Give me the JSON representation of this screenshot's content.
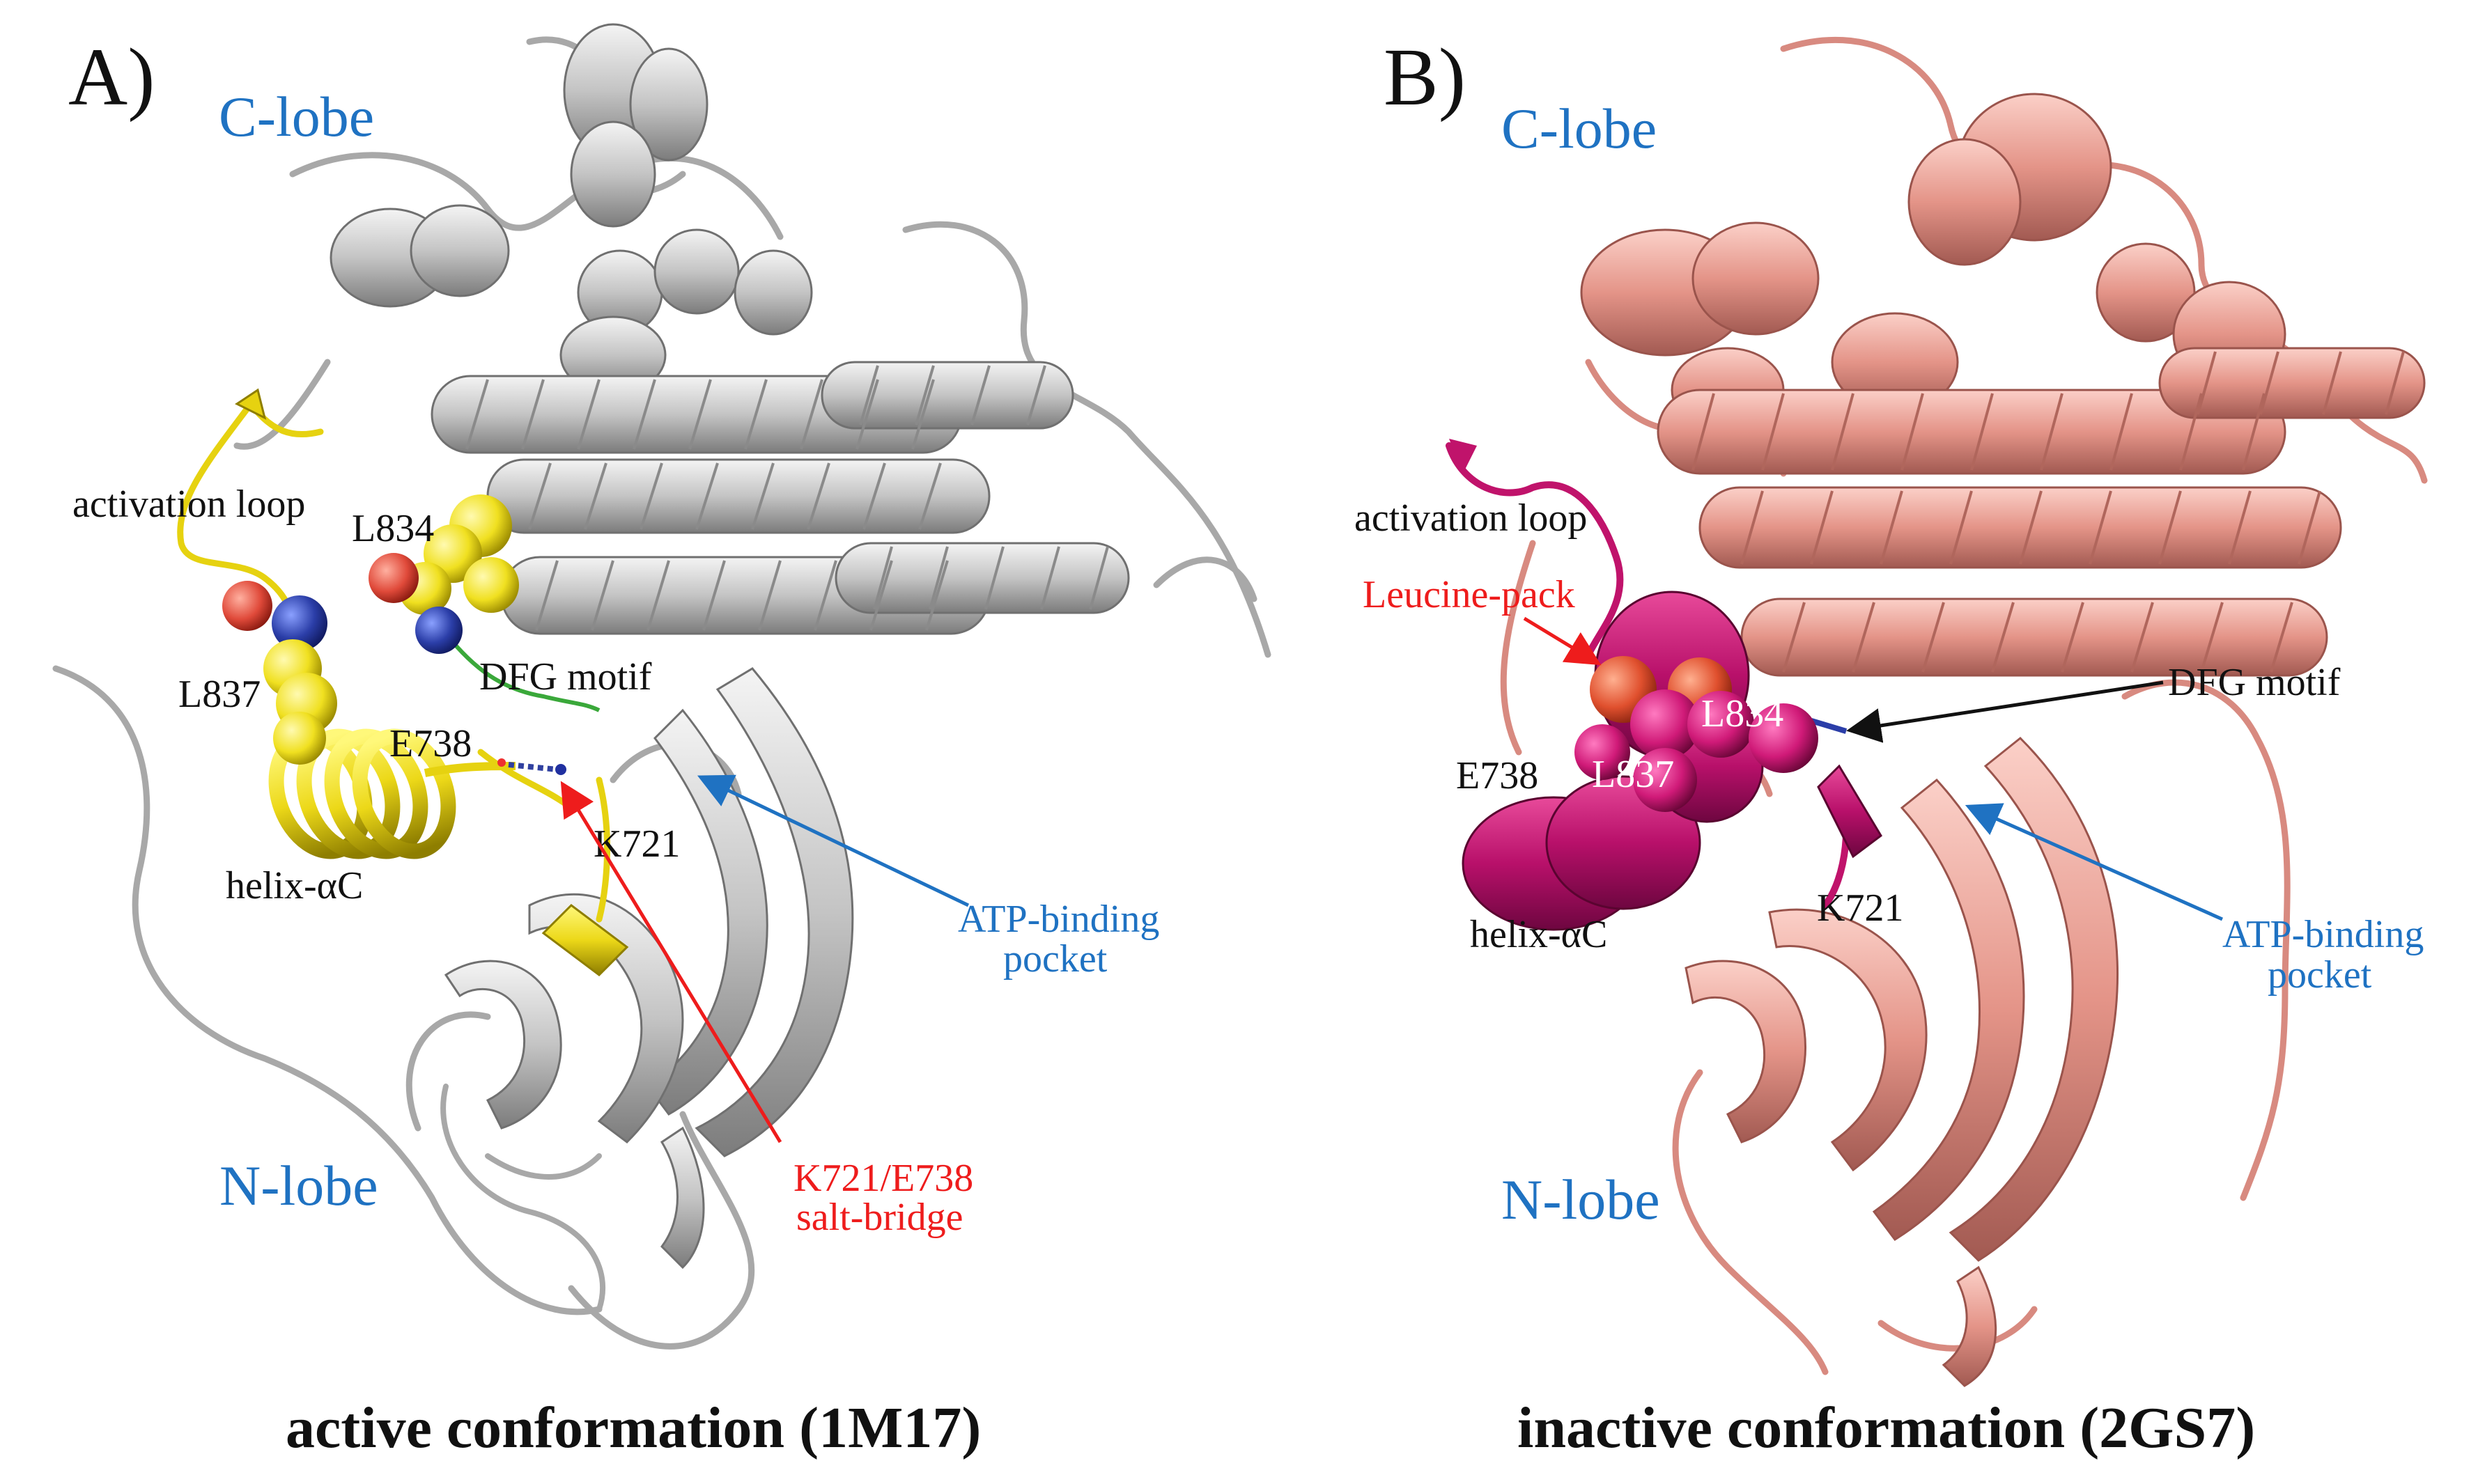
{
  "panel_a": {
    "letter": "A)",
    "c_lobe": "C-lobe",
    "n_lobe": "N-lobe",
    "activation_loop": "activation loop",
    "l834": "L834",
    "l837": "L837",
    "dfg_motif": "DFG motif",
    "e738": "E738",
    "k721": "K721",
    "helix_ac": "helix-αC",
    "atp_line1": "ATP-binding",
    "atp_line2": "pocket",
    "salt_line1": "K721/E738",
    "salt_line2": "salt-bridge",
    "caption": "active conformation (1M17)"
  },
  "panel_b": {
    "letter": "B)",
    "c_lobe": "C-lobe",
    "n_lobe": "N-lobe",
    "activation_loop": "activation loop",
    "leucine_pack": "Leucine-pack",
    "l834": "L834",
    "l837": "L837",
    "dfg_motif": "DFG motif",
    "e738": "E738",
    "k721": "K721",
    "helix_ac": "helix-αC",
    "atp_line1": "ATP-binding",
    "atp_line2": "pocket",
    "caption": "inactive conformation (2GS7)"
  },
  "colors": {
    "protein_a": "#c8c8c8",
    "protein_b": "#e49488",
    "highlight_a": "#f0e020",
    "highlight_b": "#c0136b",
    "label_blue": "#1f72c2",
    "label_red": "#ee1c1c"
  }
}
